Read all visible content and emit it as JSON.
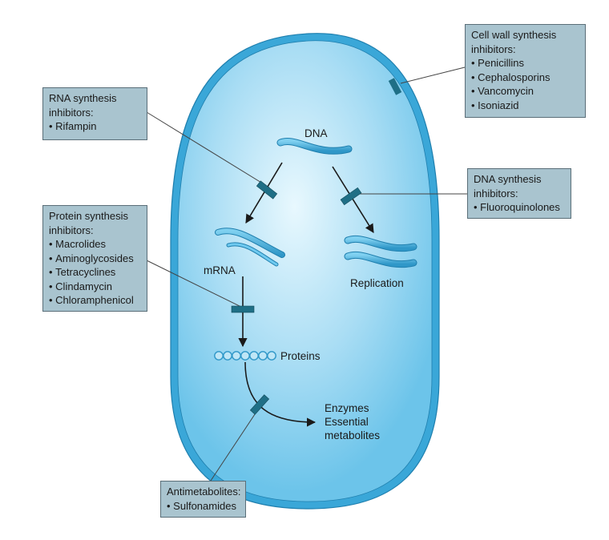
{
  "labels": {
    "dna": "DNA",
    "mrna": "mRNA",
    "replication": "Replication",
    "proteins": "Proteins",
    "enzymes_line1": "Enzymes",
    "enzymes_line2": "Essential",
    "enzymes_line3": "metabolites"
  },
  "callouts": {
    "cell_wall": {
      "title": "Cell wall synthesis\ninhibitors:",
      "items": [
        "Penicillins",
        "Cephalosporins",
        "Vancomycin",
        "Isoniazid"
      ]
    },
    "rna": {
      "title": "RNA synthesis\ninhibitors:",
      "items": [
        "Rifampin"
      ]
    },
    "dna": {
      "title": "DNA synthesis\ninhibitors:",
      "items": [
        "Fluoroquinolones"
      ]
    },
    "protein": {
      "title": "Protein synthesis\ninhibitors:",
      "items": [
        "Macrolides",
        "Aminoglycosides",
        "Tetracyclines",
        "Clindamycin",
        "Chloramphenicol"
      ]
    },
    "antimetabolites": {
      "title": "Antimetabolites:",
      "items": [
        "Sulfonamides"
      ]
    }
  },
  "colors": {
    "cell_wall": "#3aa7d8",
    "cell_interior_center": "#e6f7fd",
    "cell_interior_edge": "#6dc5ea",
    "strand": "#3da7d6",
    "inhibitor_bar": "#1f6f86",
    "callout_bg": "#a9c4cf"
  }
}
